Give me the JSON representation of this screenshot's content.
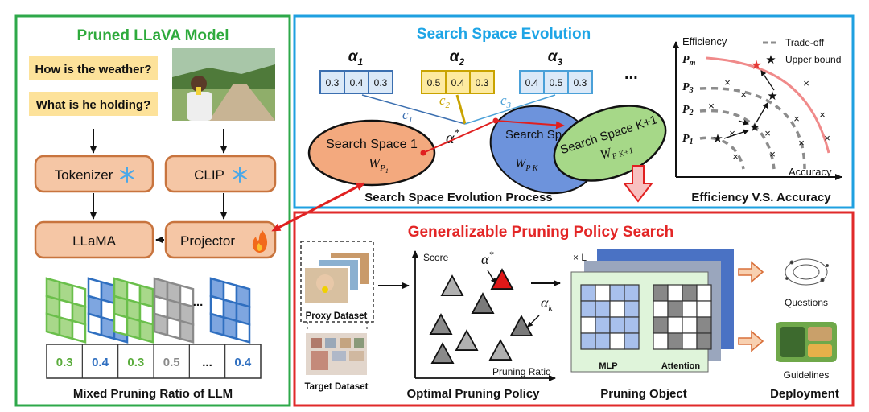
{
  "left_panel": {
    "title": "Pruned LLaVA Model",
    "questions": [
      "How is the weather?",
      "What is he holding?"
    ],
    "tokenizer": "Tokenizer",
    "clip": "CLIP",
    "llama": "LLaMA",
    "projector": "Projector",
    "ratios": [
      "0.3",
      "0.4",
      "0.3",
      "0.5",
      "...",
      "0.4"
    ],
    "caption": "Mixed Pruning Ratio of LLM"
  },
  "evolution_panel": {
    "title": "Search Space Evolution",
    "alphas": [
      {
        "label": "α",
        "sub": "1",
        "values": [
          "0.3",
          "0.4",
          "0.3"
        ]
      },
      {
        "label": "α",
        "sub": "2",
        "values": [
          "0.5",
          "0.4",
          "0.3"
        ]
      },
      {
        "label": "α",
        "sub": "3",
        "values": [
          "0.4",
          "0.5",
          "0.3"
        ]
      }
    ],
    "ellipsis": "...",
    "c_labels": [
      "c",
      "c",
      "c"
    ],
    "c_subs": [
      "1",
      "2",
      "3"
    ],
    "alpha_star": "α",
    "space1": "Search Space 1",
    "space1_w": "W",
    "space1_w_sub": "P",
    "space1_w_subsub": "1",
    "spaceK": "Search Sp",
    "spaceK_w": "W",
    "spaceK_w_sub": "P K",
    "spaceK1": "Search Space K+1",
    "spaceK1_w": "W",
    "spaceK1_w_sub": "P K+1",
    "caption": "Search Space Evolution Process"
  },
  "tradeoff_chart": {
    "y_label": "Efficiency",
    "x_label": "Accuracy",
    "legend_tradeoff": "Trade-off",
    "legend_upper": "Upper bound",
    "p_labels": [
      "P",
      "P",
      "P",
      "P"
    ],
    "p_subs": [
      "m",
      "3",
      "2",
      "1"
    ],
    "caption": "Efficiency V.S. Accuracy",
    "colors": {
      "pareto": "#f08a8a",
      "dashed": "#8c8c8c",
      "star": "#e53935"
    }
  },
  "policy_panel": {
    "title": "Generalizable Pruning Policy Search",
    "proxy": "Proxy Dataset",
    "target": "Target Dataset",
    "score": "Score",
    "pruning_ratio": "Pruning Ratio",
    "alpha_star": "α",
    "alpha_k": "α",
    "alpha_k_sub": "k",
    "optimal_caption": "Optimal Pruning Policy",
    "times_l": "× L",
    "mlp": "MLP",
    "attention": "Attention",
    "object_caption": "Pruning Object",
    "questions": "Questions",
    "guidelines": "Guidelines",
    "deployment": "Deployment"
  },
  "colors": {
    "green_border": "#2ea84a",
    "blue_border": "#1fa0e0",
    "red_border": "#e02a2a",
    "orange_box": "#f5c6a5",
    "orange_stroke": "#c8743e",
    "yellow_q": "#fde29a",
    "green_title": "#2eaa3c",
    "blue_title": "#1ea5e6",
    "red_title": "#e32626"
  }
}
